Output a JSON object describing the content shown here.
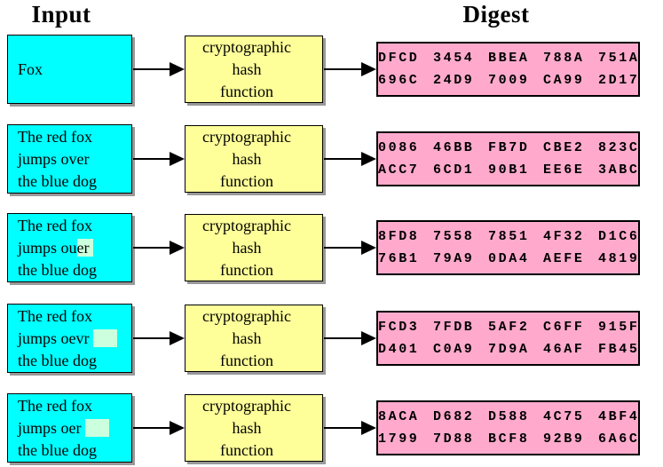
{
  "headers": {
    "input": "Input",
    "digest": "Digest"
  },
  "hash_function": {
    "line1": "cryptographic",
    "line2": "hash",
    "line3": "function"
  },
  "colors": {
    "input_box": "#00ffff",
    "hash_box": "#ffff99",
    "digest_box": "#ffaacc",
    "highlight": "#ccffdd",
    "border_and_arrows": "#000000",
    "shadow": "#999999",
    "background": "#ffffff"
  },
  "rows": [
    {
      "input": {
        "line1": "Fox",
        "line2_pre": "",
        "line2_hl": "",
        "line3": ""
      },
      "digest": {
        "line1": "DFCD 3454 BBEA 788A 751A",
        "line2": "696C 24D9 7009 CA99 2D17"
      }
    },
    {
      "input": {
        "line1": "The red fox",
        "line2_pre": "jumps over",
        "line2_hl": "",
        "line3": "the blue dog"
      },
      "digest": {
        "line1": "0086 46BB FB7D CBE2 823C",
        "line2": "ACC7 6CD1 90B1 EE6E 3ABC"
      }
    },
    {
      "input": {
        "line1": "The red fox",
        "line2_pre": "jumps ou",
        "line2_hl": "er ",
        "line3": "the blue dog"
      },
      "digest": {
        "line1": "8FD8 7558 7851 4F32 D1C6",
        "line2": "76B1 79A9 0DA4 AEFE 4819"
      }
    },
    {
      "input": {
        "line1": "The red fox",
        "line2_pre": "jumps oevr ",
        "line2_hl": "      ",
        "line3": "the blue dog"
      },
      "digest": {
        "line1": "FCD3 7FDB 5AF2 C6FF 915F",
        "line2": "D401 C0A9 7D9A 46AF FB45"
      }
    },
    {
      "input": {
        "line1": "The red fox",
        "line2_pre": "jumps oer ",
        "line2_hl": "      ",
        "line3": "the blue dog"
      },
      "digest": {
        "line1": "8ACA D682 D588 4C75 4BF4",
        "line2": "1799 7D88 BCF8 92B9 6A6C"
      }
    }
  ]
}
